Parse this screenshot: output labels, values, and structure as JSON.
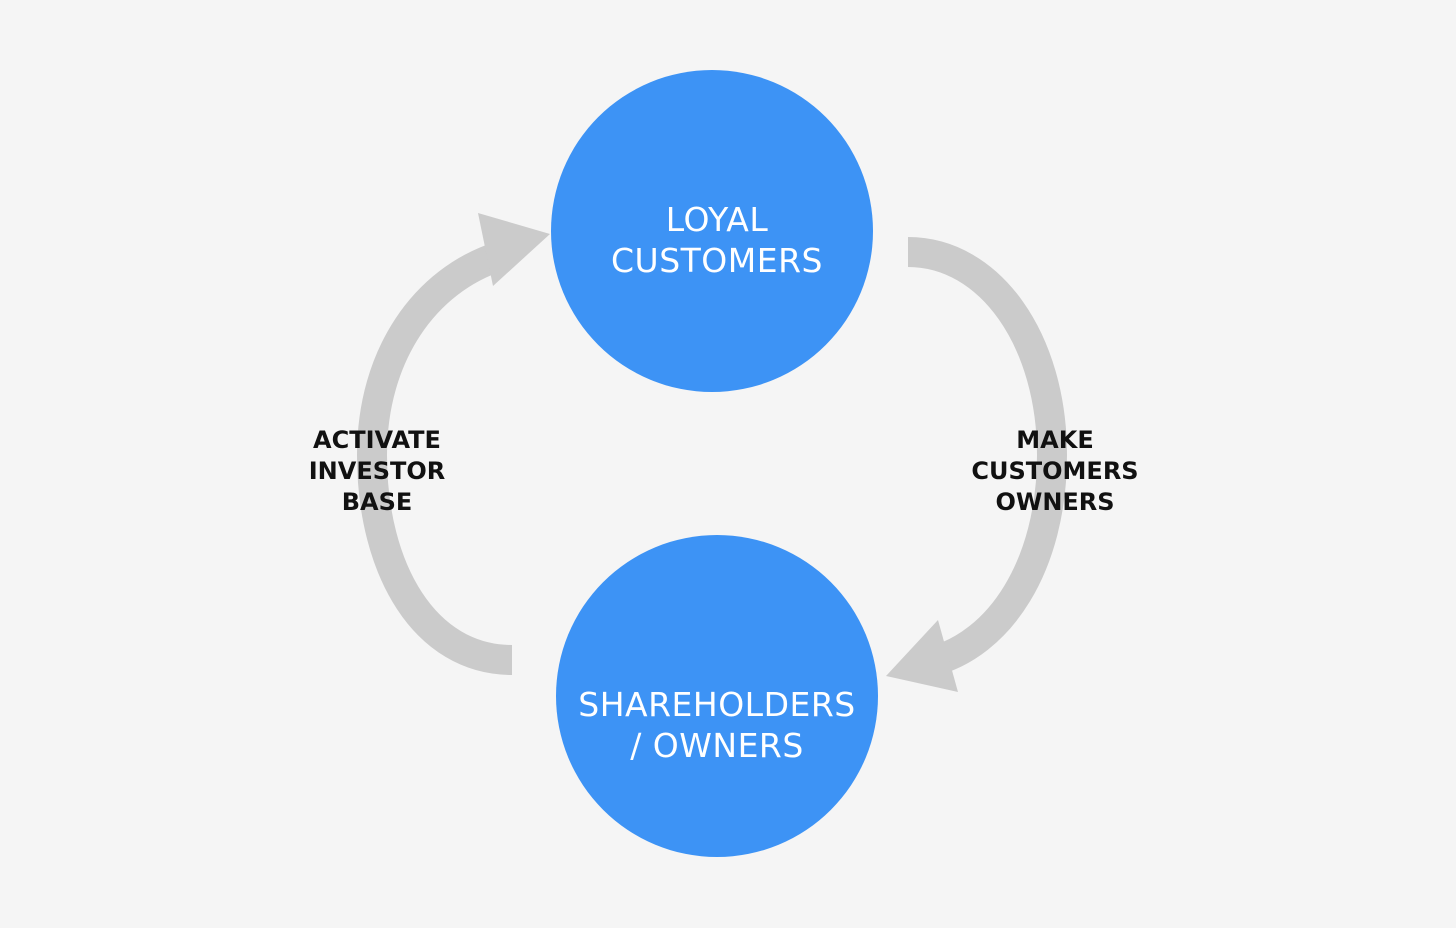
{
  "colors": {
    "background": "#f5f5f5",
    "node_fill": "#3d93f5",
    "node_text": "#ffffff",
    "arrow": "#cbcbcb",
    "label_text": "#111111"
  },
  "nodes": {
    "loyal_customers": {
      "lines": [
        "LOYAL",
        "CUSTOMERS"
      ]
    },
    "shareholders": {
      "lines": [
        "SHAREHOLDERS",
        "/ OWNERS"
      ]
    }
  },
  "edges": {
    "make_owners": {
      "lines": [
        "MAKE",
        "CUSTOMERS",
        "OWNERS"
      ],
      "from": "LOYAL CUSTOMERS",
      "to": "SHAREHOLDERS / OWNERS"
    },
    "activate_investors": {
      "lines": [
        "ACTIVATE",
        "INVESTOR",
        "BASE"
      ],
      "from": "SHAREHOLDERS / OWNERS",
      "to": "LOYAL CUSTOMERS"
    }
  }
}
